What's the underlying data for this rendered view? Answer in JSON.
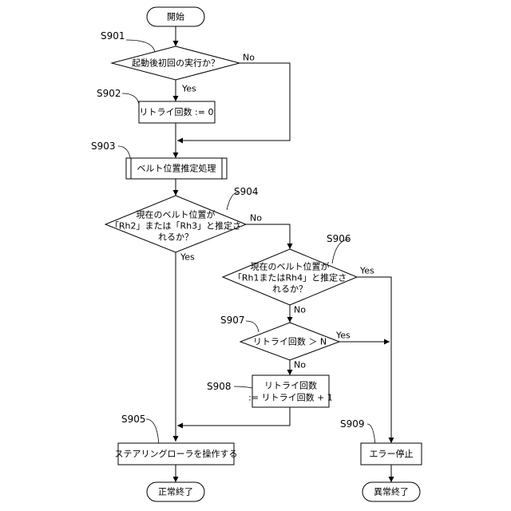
{
  "terminals": {
    "start": "開始",
    "normal_end": "正常終了",
    "abnormal_end": "異常終了"
  },
  "step_labels": {
    "s901": "S901",
    "s902": "S902",
    "s903": "S903",
    "s904": "S904",
    "s905": "S905",
    "s906": "S906",
    "s907": "S907",
    "s908": "S908",
    "s909": "S909"
  },
  "nodes": {
    "s901": {
      "text": "起動後初回の実行か？"
    },
    "s902": {
      "text": "リトライ回数 := 0"
    },
    "s903": {
      "text": "ベルト位置推定処理"
    },
    "s904": {
      "lines": [
        "現在のベルト位置が",
        "「Rh2」または「Rh3」と推定さ",
        "れるか？"
      ]
    },
    "s905": {
      "text": "ステアリングローラを操作する"
    },
    "s906": {
      "lines": [
        "現在のベルト位置が",
        "「Rh1またはRh4」と推定さ",
        "れるか？"
      ]
    },
    "s907": {
      "text": "リトライ回数 ＞ N"
    },
    "s908": {
      "lines": [
        "リトライ回数",
        ":= リトライ回数 + 1"
      ]
    },
    "s909": {
      "text": "エラー停止"
    }
  },
  "branch_labels": {
    "s901_yes": "Yes",
    "s901_no": "No",
    "s904_yes": "Yes",
    "s904_no": "No",
    "s906_yes": "Yes",
    "s906_no": "No",
    "s907_yes": "Yes",
    "s907_no": "No"
  }
}
